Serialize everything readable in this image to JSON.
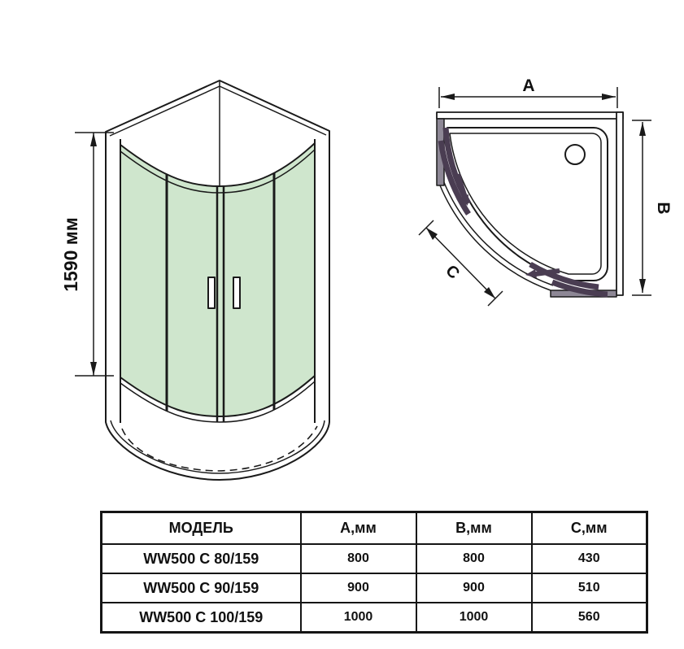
{
  "front_view": {
    "height_label": "1590 мм"
  },
  "top_view": {
    "width_label": "A",
    "depth_label": "B",
    "curve_label": "C"
  },
  "table": {
    "headers": [
      "МОДЕЛЬ",
      "А,мм",
      "В,мм",
      "С,мм"
    ],
    "rows": [
      {
        "model": "WW500 C 80/159",
        "a": "800",
        "b": "800",
        "c": "430"
      },
      {
        "model": "WW500 C 90/159",
        "a": "900",
        "b": "900",
        "c": "510"
      },
      {
        "model": "WW500 C 100/159",
        "a": "1000",
        "b": "1000",
        "c": "560"
      }
    ]
  },
  "colors": {
    "glass": "#cfe6cd",
    "door_arc": "#4a3d52",
    "wall_profile": "#8d8795",
    "line": "#1a1a1a",
    "background": "#ffffff"
  }
}
